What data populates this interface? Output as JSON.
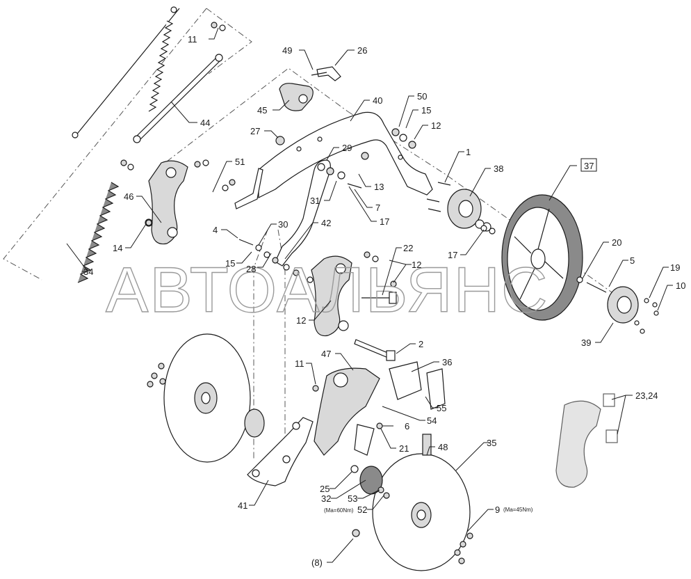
{
  "watermark": "АВТОАЛЬЯНС",
  "callouts": [
    {
      "id": "c11a",
      "text": "11"
    },
    {
      "id": "c44",
      "text": "44"
    },
    {
      "id": "c49",
      "text": "49"
    },
    {
      "id": "c26",
      "text": "26"
    },
    {
      "id": "c45",
      "text": "45"
    },
    {
      "id": "c40",
      "text": "40"
    },
    {
      "id": "c50",
      "text": "50"
    },
    {
      "id": "c15a",
      "text": "15"
    },
    {
      "id": "c12a",
      "text": "12"
    },
    {
      "id": "c27",
      "text": "27"
    },
    {
      "id": "c29",
      "text": "29"
    },
    {
      "id": "c51",
      "text": "51"
    },
    {
      "id": "c1",
      "text": "1"
    },
    {
      "id": "c38",
      "text": "38"
    },
    {
      "id": "c37",
      "text": "37"
    },
    {
      "id": "c13",
      "text": "13"
    },
    {
      "id": "c31",
      "text": "31"
    },
    {
      "id": "c7",
      "text": "7"
    },
    {
      "id": "c17a",
      "text": "17"
    },
    {
      "id": "c46",
      "text": "46"
    },
    {
      "id": "c4",
      "text": "4"
    },
    {
      "id": "c30",
      "text": "30"
    },
    {
      "id": "c42",
      "text": "42"
    },
    {
      "id": "c14",
      "text": "14"
    },
    {
      "id": "c17b",
      "text": "17"
    },
    {
      "id": "c20",
      "text": "20"
    },
    {
      "id": "c22",
      "text": "22"
    },
    {
      "id": "c15b",
      "text": "15"
    },
    {
      "id": "c28",
      "text": "28"
    },
    {
      "id": "c12b",
      "text": "12"
    },
    {
      "id": "c34",
      "text": "34"
    },
    {
      "id": "c5",
      "text": "5"
    },
    {
      "id": "c19",
      "text": "19"
    },
    {
      "id": "c10",
      "text": "10"
    },
    {
      "id": "c12c",
      "text": "12"
    },
    {
      "id": "c39",
      "text": "39"
    },
    {
      "id": "c2",
      "text": "2"
    },
    {
      "id": "c47",
      "text": "47"
    },
    {
      "id": "c11b",
      "text": "11"
    },
    {
      "id": "c36",
      "text": "36"
    },
    {
      "id": "c55",
      "text": "55"
    },
    {
      "id": "c54",
      "text": "54"
    },
    {
      "id": "c2324",
      "text": "23,24"
    },
    {
      "id": "c6",
      "text": "6"
    },
    {
      "id": "c21",
      "text": "21"
    },
    {
      "id": "c48",
      "text": "48"
    },
    {
      "id": "c35",
      "text": "35"
    },
    {
      "id": "c25",
      "text": "25"
    },
    {
      "id": "c32",
      "text": "32"
    },
    {
      "id": "c53",
      "text": "53"
    },
    {
      "id": "c41",
      "text": "41"
    },
    {
      "id": "c52",
      "text": "52"
    },
    {
      "id": "c9",
      "text": "9"
    },
    {
      "id": "c8",
      "text": "(8)"
    }
  ],
  "torque_notes": {
    "m52": "(Ma=60Nm)",
    "m9": "(Ma=45Nm)"
  }
}
